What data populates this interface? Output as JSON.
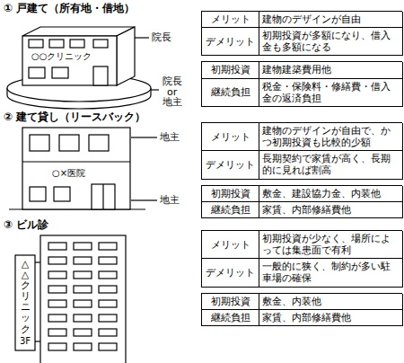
{
  "diagram": {
    "labels": [
      "① 戸建て（所有地・借地）",
      "メリット",
      "建物のデザインが自由",
      "デメリット",
      "初期投資が多額になり、借入金も多額になる",
      "初期投資",
      "建物建築費用他",
      "継続負担",
      "税金・保険料・修繕費・借入金の返済負担",
      "院長",
      "院長 or 地主",
      "○○クリニック",
      "② 建て貸し（リースバック）",
      "メリット",
      "建物のデザインが自由で、かつ初期投資も比較的少額",
      "デメリット",
      "長期契約で家賃が高く、長期的に見れば割高",
      "初期投資",
      "敷金、建設協力金、内装他",
      "継続負担",
      "家賃、内部修繕費他",
      "地主",
      "地主",
      "○×医院",
      "③ ビル診",
      "メリット",
      "初期投資が少なく、場所によっては集患面で有利",
      "デメリット",
      "一般的に狭く、制約が多い駐車場の確保",
      "初期投資",
      "敷金、内装他",
      "継続負担",
      "家賃、内部修繕費他",
      "△△クリニック",
      "3F"
    ]
  }
}
